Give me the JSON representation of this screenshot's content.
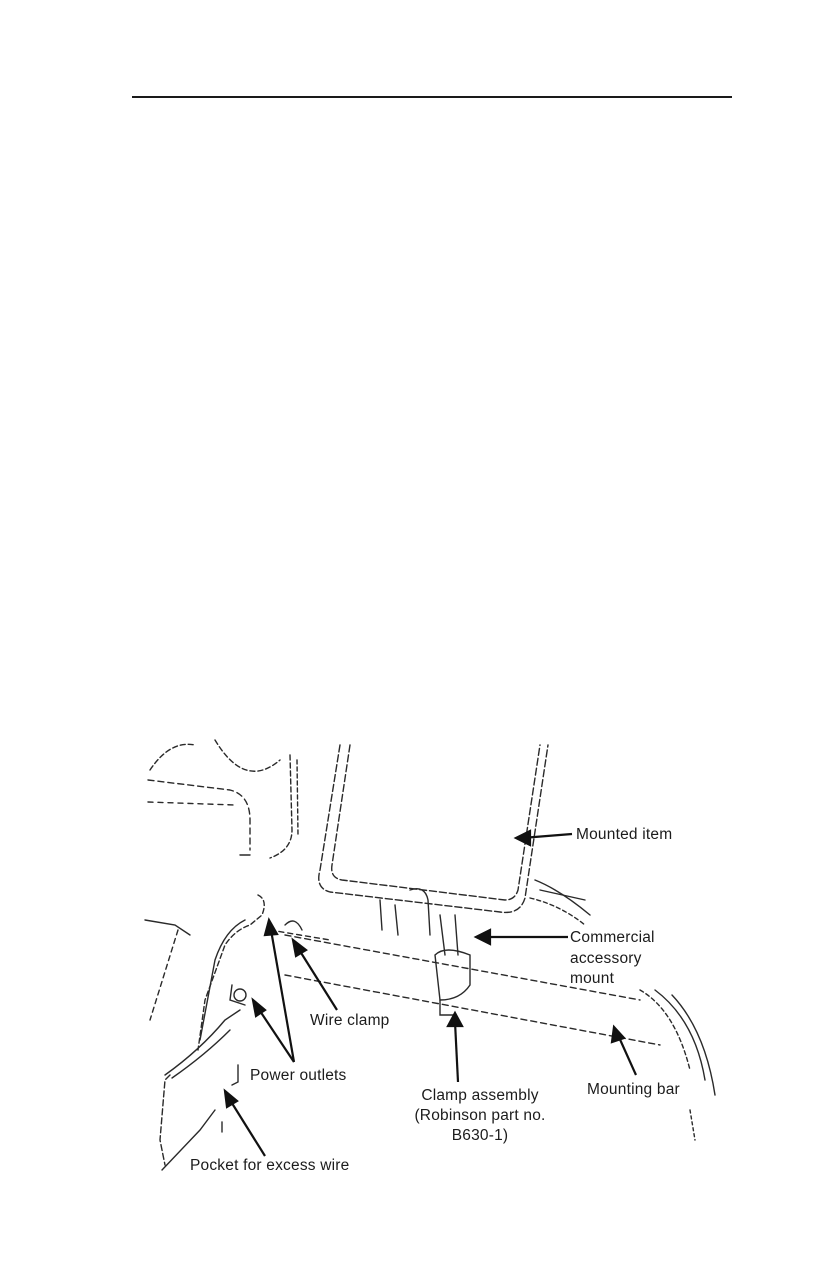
{
  "labels": {
    "mounted_item": "Mounted item",
    "commercial_mount": [
      "Commercial",
      "accessory",
      "mount"
    ],
    "wire_clamp": "Wire clamp",
    "power_outlets": "Power outlets",
    "mounting_bar": "Mounting bar",
    "clamp_assembly": [
      "Clamp assembly",
      "(Robinson part no.",
      "B630-1)"
    ],
    "pocket": "Pocket for excess wire"
  }
}
